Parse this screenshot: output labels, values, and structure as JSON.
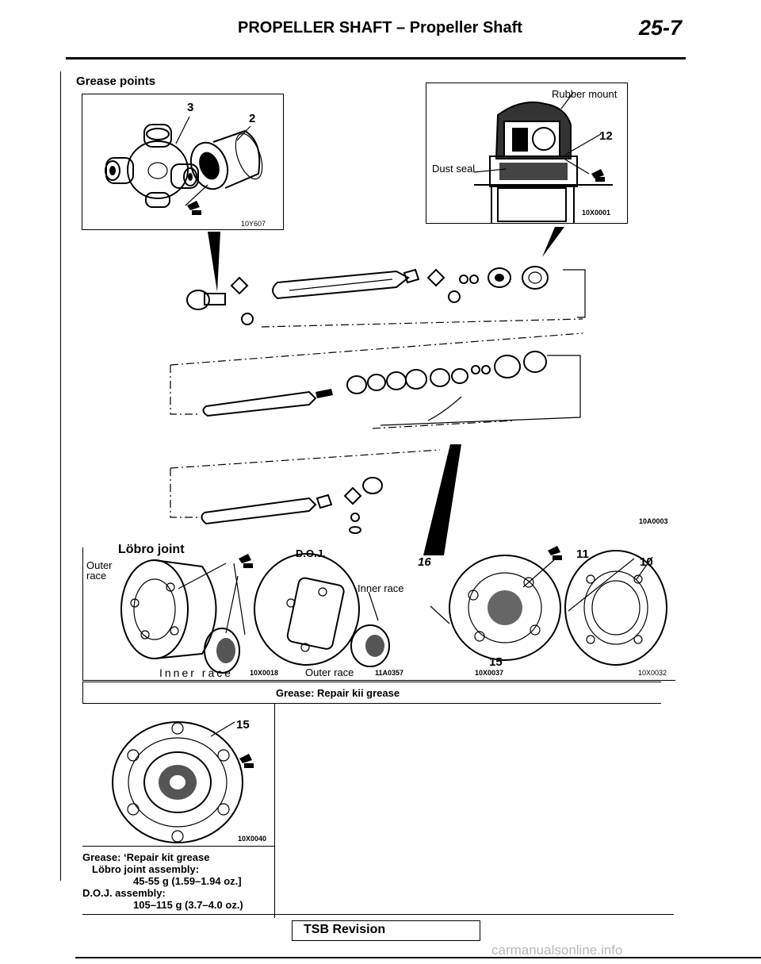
{
  "header": {
    "title": "PROPELLER SHAFT – Propeller Shaft",
    "page_number": "25-7"
  },
  "section": {
    "label": "Grease points"
  },
  "figure_universal_joint": {
    "callout_3": "3",
    "callout_2": "2",
    "code": "10Y607"
  },
  "figure_center_bearing": {
    "rubber_mount": "Rubber mount",
    "dust_seal": "Dust seal",
    "callout_12": "12",
    "code": "10X0001"
  },
  "figure_exploded": {
    "code": "10A0003"
  },
  "figure_joints": {
    "lobro_joint": "Löbro joint",
    "outer_race_left": "Outer race",
    "inner_race_left": "Inner race",
    "code_left": "10X0018",
    "doj": "D.O.J.",
    "inner_race_doj": "Inner race",
    "outer_race_doj": "Outer race",
    "code_doj": "11A0357",
    "callout_16": "16",
    "callout_15": "15",
    "code_right1": "10X0037",
    "callout_11": "11",
    "callout_10": "10",
    "code_right2": "10X0032"
  },
  "grease_caption": "Grease: Repair kii grease",
  "figure_small": {
    "callout_15": "15",
    "code": "10X0040"
  },
  "note": {
    "line1": "Grease: ‘Repair kit grease",
    "line2": "Löbro joint assembly:",
    "line3": "45-55 g (1.59–1.94 oz.]",
    "line4": "D.O.J. assembly:",
    "line5": "105–115 g (3.7–4.0 oz.)"
  },
  "footer": {
    "tsb": "TSB Revision",
    "watermark": "carmanualsonline.info"
  }
}
